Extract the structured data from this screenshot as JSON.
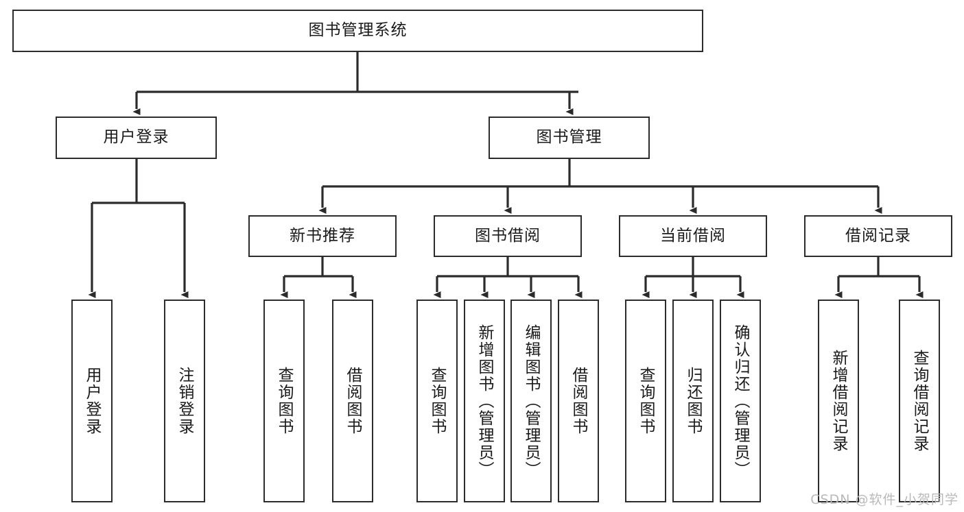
{
  "diagram": {
    "title": "图书管理系统",
    "type": "hierarchy-tree",
    "line_color": "#2b2b2b",
    "box_fill": "#ffffff",
    "text_color": "#1a1a1a",
    "levels": {
      "root": {
        "label": "图书管理系统"
      },
      "level2": [
        {
          "label": "用户登录"
        },
        {
          "label": "图书管理"
        }
      ],
      "level3": [
        {
          "label": "新书推荐"
        },
        {
          "label": "图书借阅"
        },
        {
          "label": "当前借阅"
        },
        {
          "label": "借阅记录"
        }
      ],
      "leaves": [
        {
          "label": "用户登录",
          "parent": "用户登录"
        },
        {
          "label": "注销登录",
          "parent": "用户登录"
        },
        {
          "label": "查询图书",
          "parent": "新书推荐"
        },
        {
          "label": "借阅图书",
          "parent": "新书推荐"
        },
        {
          "label": "查询图书",
          "parent": "图书借阅"
        },
        {
          "label": "新增图书（管理员）",
          "parent": "图书借阅"
        },
        {
          "label": "编辑图书（管理员）",
          "parent": "图书借阅"
        },
        {
          "label": "借阅图书",
          "parent": "图书借阅"
        },
        {
          "label": "查询图书",
          "parent": "当前借阅"
        },
        {
          "label": "归还图书",
          "parent": "当前借阅"
        },
        {
          "label": "确认归还（管理员）",
          "parent": "当前借阅"
        },
        {
          "label": "新增借阅记录",
          "parent": "借阅记录"
        },
        {
          "label": "查询借阅记录",
          "parent": "借阅记录"
        }
      ]
    }
  },
  "watermark": {
    "text": "CSDN @软件_小贺同学"
  }
}
